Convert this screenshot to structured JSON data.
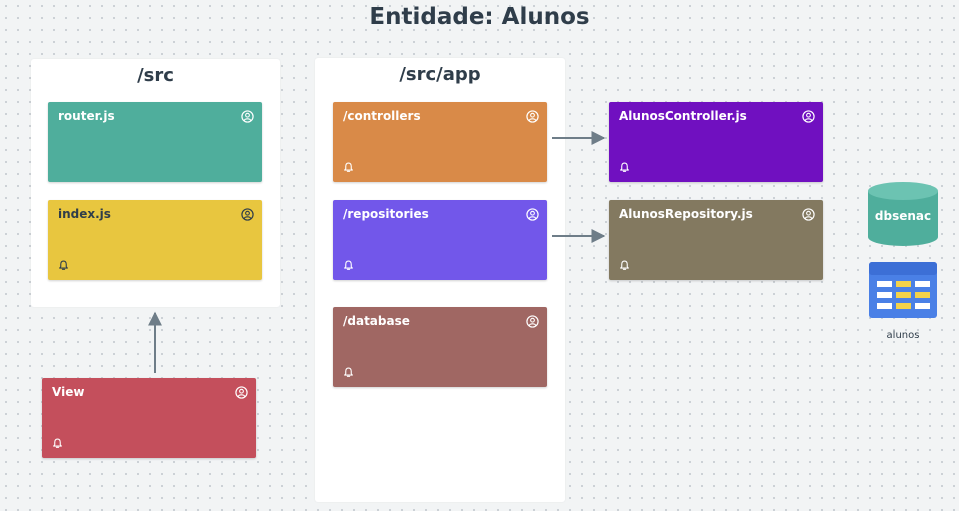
{
  "title": "Entidade: Alunos",
  "panels": {
    "src": {
      "title": "/src"
    },
    "src_app": {
      "title": "/src/app"
    }
  },
  "cards": {
    "router": {
      "label": "router.js",
      "color": "#4fae9c",
      "icons": [
        "user-icon"
      ]
    },
    "index": {
      "label": "index.js",
      "color": "#e8c63f",
      "icons": [
        "user-icon",
        "bell-icon"
      ]
    },
    "view": {
      "label": "View",
      "color": "#c44f5c",
      "icons": [
        "user-icon",
        "bell-icon"
      ]
    },
    "controllers": {
      "label": "/controllers",
      "color": "#d98a48",
      "icons": [
        "user-icon",
        "bell-icon"
      ]
    },
    "repositories": {
      "label": "/repositories",
      "color": "#7257ea",
      "icons": [
        "user-icon",
        "bell-icon"
      ]
    },
    "database": {
      "label": "/database",
      "color": "#a06763",
      "icons": [
        "user-icon",
        "bell-icon"
      ]
    },
    "alunos_controller": {
      "label": "AlunosController.js",
      "color": "#7010c0",
      "icons": [
        "user-icon",
        "bell-icon"
      ]
    },
    "alunos_repository": {
      "label": "AlunosRepository.js",
      "color": "#837960",
      "icons": [
        "user-icon",
        "bell-icon"
      ]
    }
  },
  "database_node": {
    "label": "dbsenac",
    "color": "#4fae9c",
    "icon": "cylinder-icon"
  },
  "table_node": {
    "label": "alunos",
    "color": "#4a80e6",
    "icon": "table-icon"
  },
  "connectors": [
    {
      "from": "controllers",
      "to": "alunos_controller"
    },
    {
      "from": "repositories",
      "to": "alunos_repository"
    },
    {
      "from": "view",
      "to": "src"
    }
  ]
}
